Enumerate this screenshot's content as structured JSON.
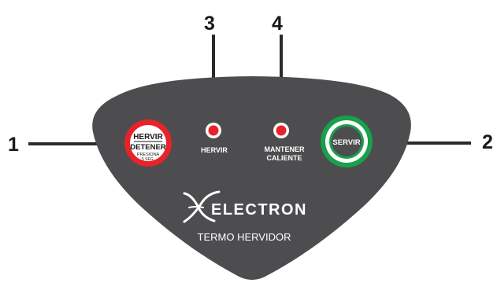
{
  "callouts": {
    "c1": "1",
    "c2": "2",
    "c3": "3",
    "c4": "4"
  },
  "panel": {
    "button_boil_stop": {
      "line1": "HERVIR",
      "line2": "DETENER",
      "line3": "PRESIONA",
      "line4": "5 SEG."
    },
    "indicator_boil_label": "HERVIR",
    "indicator_keep_warm_label": {
      "line1": "MANTENER",
      "line2": "CALIENTE"
    },
    "button_serve_label": "SERVIR",
    "brand_logo_text": "ELECTRON",
    "product_name": "TERMO HERVIDOR"
  },
  "colors": {
    "panel": "#4d4d4f",
    "red_ring": "#e8222a",
    "green_ring": "#18a04a",
    "white": "#ffffff",
    "line": "#2a2a2a"
  }
}
